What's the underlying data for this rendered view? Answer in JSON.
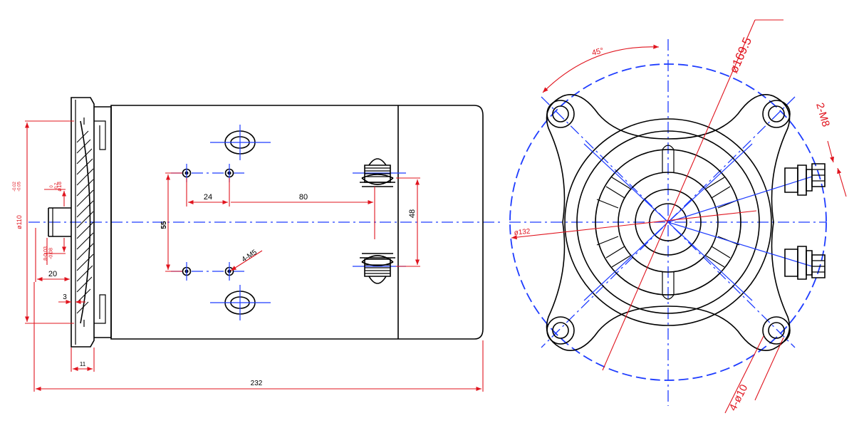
{
  "side_view": {
    "dims": {
      "flange_dia": "ø110",
      "flange_tol": "-0.02\n-0.05",
      "shaft_dia": "ø18",
      "shaft_tol": "0\n-0.2",
      "shaft_spline": "8-0.03\n-0.08",
      "shaft_len": "20",
      "flange_thick": "3",
      "flange_width": "11",
      "overall_len": "232",
      "hole_pitch_x": "24",
      "hole_pitch_y": "55",
      "terminal_dist": "80",
      "terminal_pitch": "48",
      "thread_holes": "4-M5"
    }
  },
  "end_view": {
    "dims": {
      "bolt_circle": "ø169.5",
      "angle": "45°",
      "spigot_dia": "ø132",
      "terminals": "2-M8",
      "mount_holes": "4-ø10"
    }
  },
  "colors": {
    "outline": "#000000",
    "centerline": "#1e3cff",
    "dimension": "#e0141e"
  }
}
